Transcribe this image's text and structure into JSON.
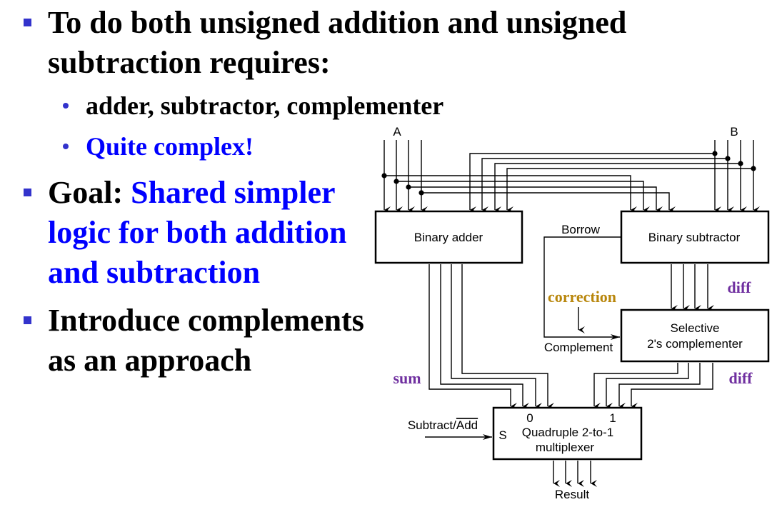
{
  "slide": {
    "bullets": [
      {
        "lines": [
          "To do both unsigned addition and unsigned",
          "subtraction requires:"
        ],
        "sub_bullets": [
          {
            "text": "adder, subtractor, complementer",
            "color": "#000000"
          },
          {
            "text": "Quite complex!",
            "color": "#0000ff"
          }
        ]
      },
      {
        "prefix": "Goal: ",
        "lines": [
          "Shared simpler",
          "logic for both addition",
          "and subtraction"
        ],
        "highlight_color": "#0000ff"
      },
      {
        "lines": [
          "Introduce complements",
          "as an approach"
        ]
      }
    ],
    "bullet_color": "#3333cc"
  },
  "diagram": {
    "input_a_label": "A",
    "input_b_label": "B",
    "blocks": {
      "adder": "Binary adder",
      "subtractor": "Binary subtractor",
      "complementer_line1": "Selective",
      "complementer_line2": "2's complementer",
      "mux_line1": "Quadruple 2-to-1",
      "mux_line2": "multiplexer",
      "mux_input0": "0",
      "mux_input1": "1",
      "mux_select": "S"
    },
    "signals": {
      "borrow": "Borrow",
      "complement": "Complement",
      "subtract_add_prefix": "Subtract/",
      "subtract_add_overlined": "Add",
      "result": "Result"
    },
    "annotations": {
      "correction": "correction",
      "sum": "sum",
      "diff_upper": "diff",
      "diff_lower": "diff"
    },
    "colors": {
      "annotation_purple": "#7030a0",
      "correction_gold": "#b8860b",
      "wire": "#000000"
    },
    "bus_width_bits": 4
  }
}
